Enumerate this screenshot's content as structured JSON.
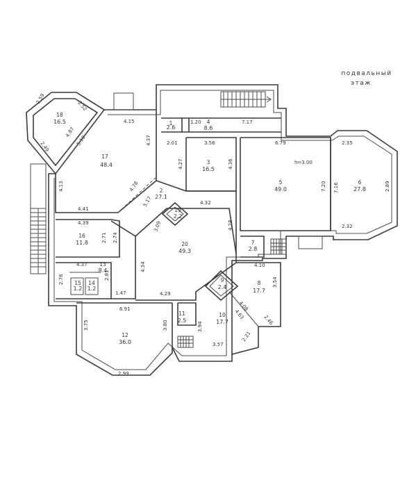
{
  "title_line1": "подвальный",
  "title_line2": "этаж",
  "height_note": "h=3.00",
  "rooms": [
    {
      "no": "1",
      "area": "2.6"
    },
    {
      "no": "2",
      "area": "27.1"
    },
    {
      "no": "3",
      "area": "16.5"
    },
    {
      "no": "4",
      "area": "8.6"
    },
    {
      "no": "5",
      "area": "49.0"
    },
    {
      "no": "6",
      "area": "27.8"
    },
    {
      "no": "7",
      "area": "2.8"
    },
    {
      "no": "8",
      "area": "17.7"
    },
    {
      "no": "9",
      "area": "2.4"
    },
    {
      "no": "10",
      "area": "17.7"
    },
    {
      "no": "11",
      "area": "2.5"
    },
    {
      "no": "12",
      "area": "36.0"
    },
    {
      "no": "13",
      "area": "8.4"
    },
    {
      "no": "14",
      "area": "1.2"
    },
    {
      "no": "15",
      "area": "1.2"
    },
    {
      "no": "16",
      "area": "11.8"
    },
    {
      "no": "17",
      "area": "48.4"
    },
    {
      "no": "18",
      "area": "16.5"
    },
    {
      "no": "19",
      "area": "2.2"
    },
    {
      "no": "20",
      "area": "49.3"
    }
  ],
  "dimensions": [
    "2.59",
    "2.52",
    "2.49",
    "4.87",
    "5.10",
    "4.15",
    "4.37",
    "4.13",
    "4.78",
    "5.17",
    "2.01",
    "4.27",
    "1.20",
    "7.17",
    "3.56",
    "4.36",
    "6.79",
    "2.35",
    "7.20",
    "7.16",
    "2.89",
    "2.32",
    "4.32",
    "4.28",
    "4.41",
    "4.39",
    "2.71",
    "2.74",
    "3.09",
    "4.34",
    "4.37",
    "2.76",
    "2.81",
    "1.47",
    "4.29",
    "6.91",
    "3.75",
    "3.80",
    "2.99",
    "4.10",
    "3.54",
    "4.08",
    "4.63",
    "2.46",
    "3.94",
    "3.57",
    "2.21"
  ]
}
